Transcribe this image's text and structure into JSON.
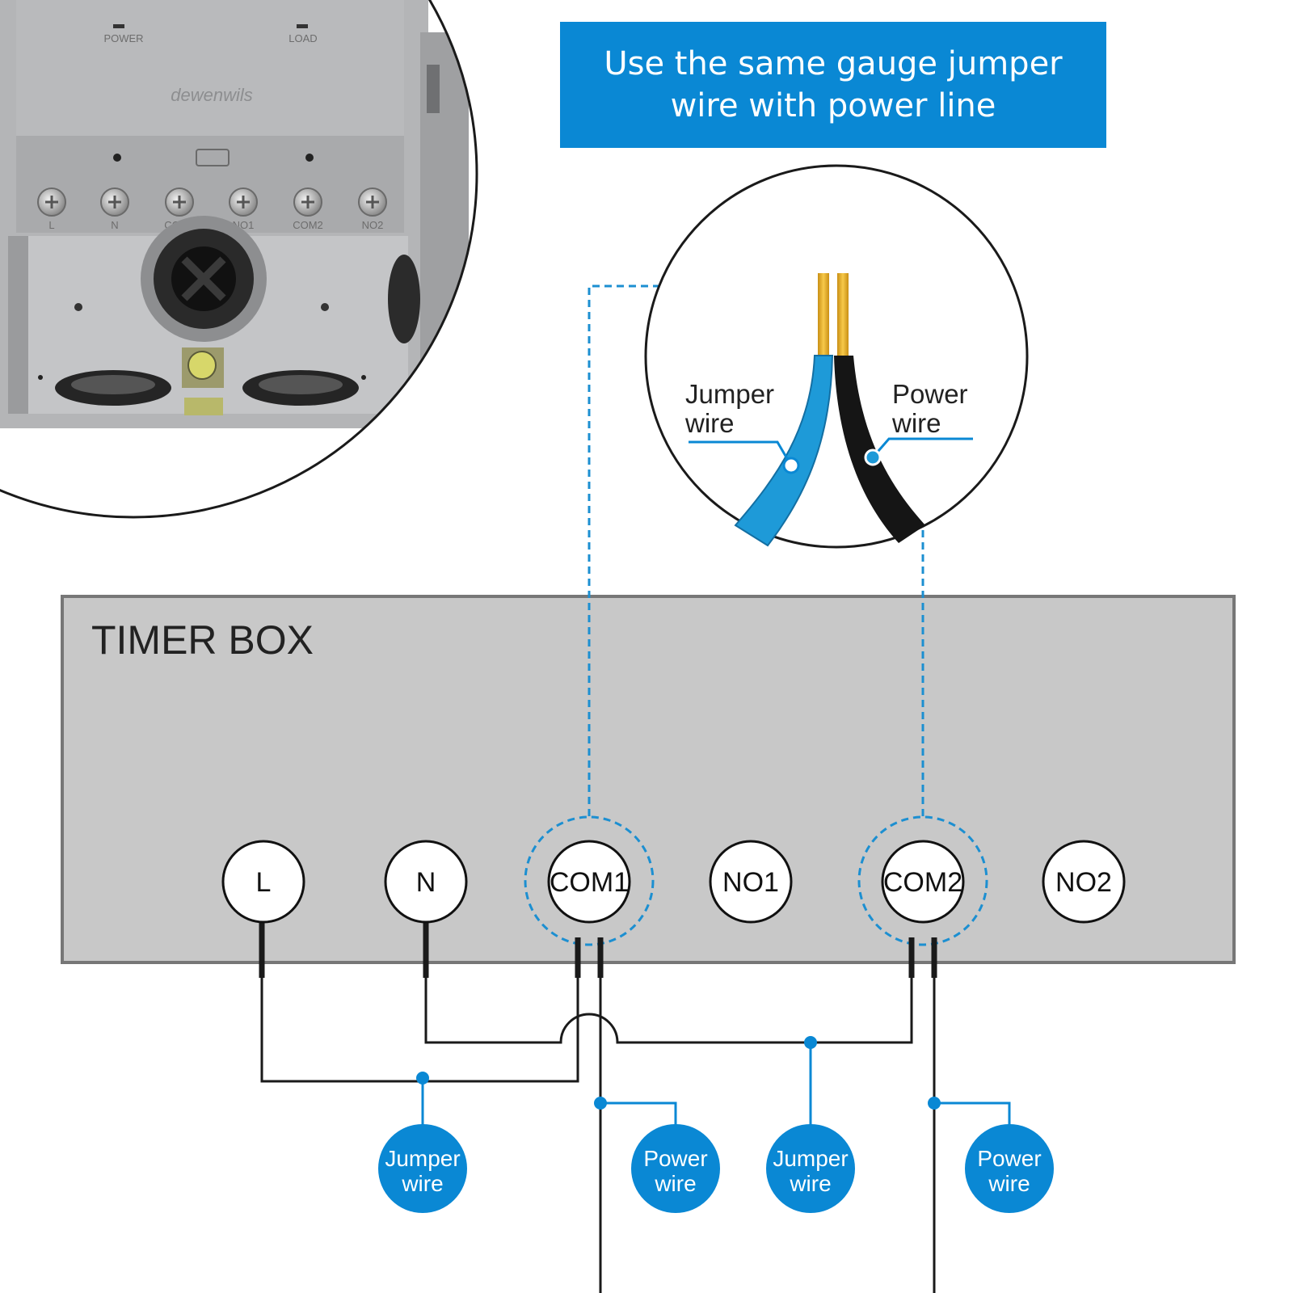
{
  "banner": {
    "line1": "Use the same gauge jumper",
    "line2": "wire with power line"
  },
  "photo": {
    "brand": "dewenwils",
    "indicators": [
      "POWER",
      "LOAD"
    ],
    "terminal_labels": [
      "L",
      "N",
      "COM1",
      "NO1",
      "COM2",
      "NO2"
    ]
  },
  "zoom": {
    "left_label": [
      "Jumper",
      "wire"
    ],
    "right_label": [
      "Power",
      "wire"
    ]
  },
  "timer_box": {
    "title": "TIMER BOX",
    "terminals": [
      "L",
      "N",
      "COM1",
      "NO1",
      "COM2",
      "NO2"
    ]
  },
  "callouts": [
    {
      "line1": "Jumper",
      "line2": "wire"
    },
    {
      "line1": "Power",
      "line2": "wire"
    },
    {
      "line1": "Jumper",
      "line2": "wire"
    },
    {
      "line1": "Power",
      "line2": "wire"
    }
  ],
  "colors": {
    "accent_blue": "#0a88d4",
    "jumper_wire": "#1e9ad8",
    "power_wire": "#151515",
    "box_fill": "#c8c8c8",
    "copper": "#e0a92a"
  }
}
